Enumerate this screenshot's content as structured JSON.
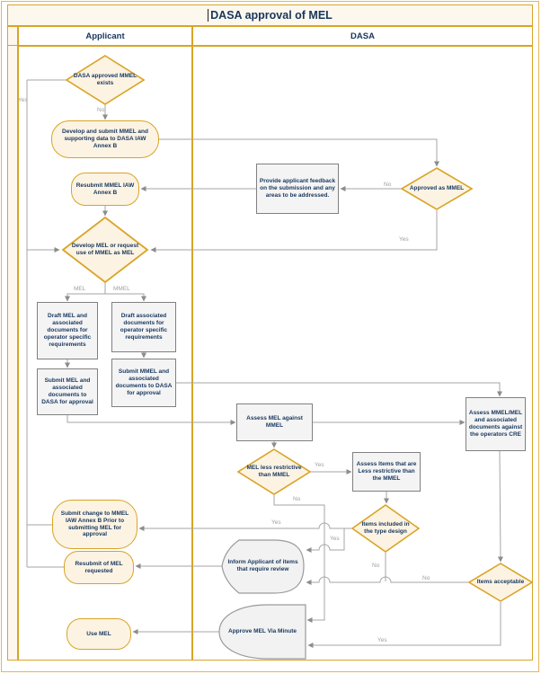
{
  "title": "DASA approval of MEL",
  "lanes": {
    "applicant": "Applicant",
    "dasa": "DASA"
  },
  "colors": {
    "accent": "#D9A426",
    "line": "#A6A6A6",
    "text": "#17375E",
    "terminator_fill": "#FCF3E3",
    "process_fill": "#F4F4F4"
  },
  "nodes": {
    "mmel_exists": "DASA approved MMEL exists",
    "develop_submit_mmel": "Develop and submit MMEL and supporting data to DASA IAW Annex B",
    "resubmit_mmel": "Resubmit MMEL IAW Annex B",
    "provide_feedback": "Provide applicant feedback on the submission and any areas to be addressed.",
    "approved_as_mmel": "Approved as MMEL",
    "develop_mel": "Develop MEL or request use of MMEL as MEL",
    "draft_mel": "Draft MEL and associated documents for operator specific requirements",
    "draft_assoc": "Draft associated documents for operator specific requirements",
    "submit_mel": "Submit MEL and associated documents to DASA for approval",
    "submit_mmel": "Submit MMEL and associated documents to DASA for approval",
    "assess_mel": "Assess MEL against MMEL",
    "assess_mmel_mel": "Assess MMEL/MEL and associated documents against the operators CRE",
    "mel_less_restrictive": "MEL less restrictive than MMEL",
    "assess_items": "Assess Items that are Less restrictive than the MMEL",
    "items_included": "Items included in the type design",
    "items_acceptable": "Items acceptable",
    "submit_change": "Submit change to MMEL IAW Annex B Prior to submitting MEL for approval",
    "resubmit_mel": "Resubmit of MEL requested",
    "inform_applicant": "Inform Applicant of items that require review",
    "approve_mel": "Approve MEL Via Minute",
    "use_mel": "Use MEL"
  },
  "edge_labels": {
    "yes1": "Yes",
    "no1": "No",
    "no2": "No",
    "yes2": "Yes",
    "mel": "MEL",
    "mmel": "MMEL",
    "yes3": "Yes",
    "no3": "No",
    "yes4": "Yes",
    "yes5": "Yes",
    "no4": "No",
    "no5": "No",
    "yes6": "Yes"
  }
}
